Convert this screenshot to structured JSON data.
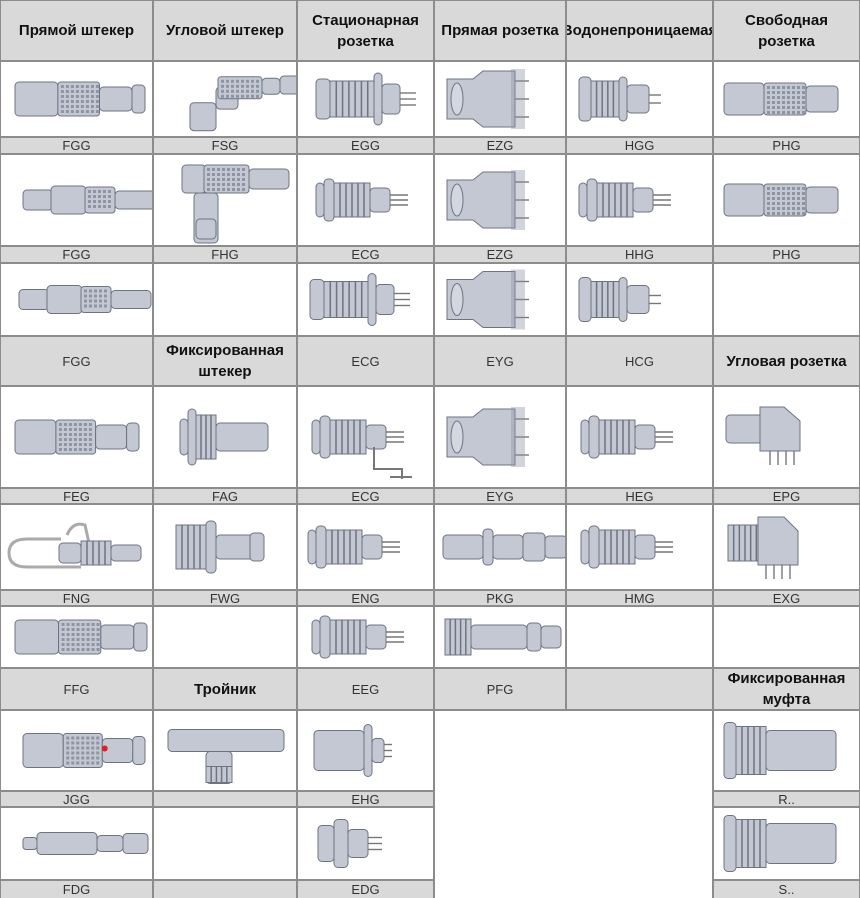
{
  "headers": {
    "straight_plug": "Прямой штекер",
    "angled_plug": "Угловой штекер",
    "fixed_socket": "Стационарная розетка",
    "straight_socket": "Прямая розетка",
    "waterproof": "Водонепроницаемая",
    "free_socket": "Свободная розетка",
    "fixed_plug": "Фиксированная штекер",
    "angled_socket": "Угловая розетка",
    "tee": "Тройник",
    "fixed_coupling": "Фиксированная муфта"
  },
  "codes": {
    "r1": [
      "FGG",
      "FSG",
      "EGG",
      "EZG",
      "HGG",
      "PHG"
    ],
    "r2": [
      "FGG",
      "FHG",
      "ECG",
      "EZG",
      "HHG",
      "PHG"
    ],
    "r3": [
      "FGG",
      "ECG",
      "EYG",
      "HCG"
    ],
    "r4": [
      "FEG",
      "FAG",
      "ECG",
      "EYG",
      "HEG",
      "EPG"
    ],
    "r5": [
      "FNG",
      "FWG",
      "ENG",
      "PKG",
      "HMG",
      "EXG"
    ],
    "r6": [
      "FFG",
      "EEG",
      "PFG"
    ],
    "r7": [
      "JGG",
      "EHG",
      "R.."
    ],
    "r8": [
      "FDG",
      "EDG",
      "S.."
    ]
  },
  "colors": {
    "grid_line": "#8c8c8c",
    "band": "#d9d9d9",
    "metal": "#c3c8d3",
    "metal_dark": "#8d94a3",
    "red_dot": "#e02020"
  }
}
